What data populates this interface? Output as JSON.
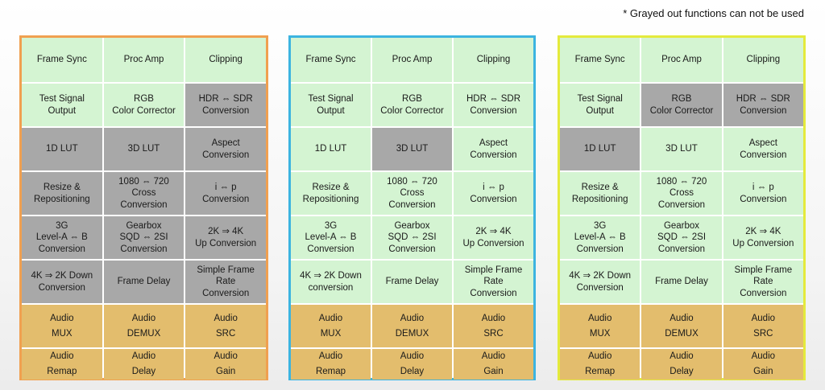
{
  "note": "* Grayed out functions can not be used",
  "colors": {
    "green": "#d4f4d2",
    "gray": "#a8a8a8",
    "audio": "#e3bd6d"
  },
  "panels": [
    {
      "border": "#f0a050",
      "cells": [
        {
          "label": "Frame Sync",
          "state": "green"
        },
        {
          "label": "Proc Amp",
          "state": "green"
        },
        {
          "label": "Clipping",
          "state": "green"
        },
        {
          "label": "Test Signal\nOutput",
          "state": "green"
        },
        {
          "label": "RGB\nColor Corrector",
          "state": "green"
        },
        {
          "label": "HDR ⇔ SDR\nConversion",
          "state": "gray"
        },
        {
          "label": "1D LUT",
          "state": "gray"
        },
        {
          "label": "3D LUT",
          "state": "gray"
        },
        {
          "label": "Aspect\nConversion",
          "state": "gray"
        },
        {
          "label": "Resize &\nRepositioning",
          "state": "gray"
        },
        {
          "label": "1080 ⇔ 720\nCross\nConversion",
          "state": "gray"
        },
        {
          "label": "i ⇔ p\nConversion",
          "state": "gray"
        },
        {
          "label": "3G\nLevel-A ⇔ B\nConversion",
          "state": "gray"
        },
        {
          "label": "Gearbox\nSQD ⇔ 2SI\nConversion",
          "state": "gray"
        },
        {
          "label": "2K ⇒ 4K\nUp Conversion",
          "state": "gray"
        },
        {
          "label": "4K ⇒ 2K Down\nConversion",
          "state": "gray"
        },
        {
          "label": "Frame Delay",
          "state": "gray"
        },
        {
          "label": "Simple Frame\nRate\nConversion",
          "state": "gray"
        },
        {
          "label": "Audio\nMUX",
          "state": "audio"
        },
        {
          "label": "Audio\nDEMUX",
          "state": "audio"
        },
        {
          "label": "Audio\nSRC",
          "state": "audio"
        },
        {
          "label": "Audio\nRemap",
          "state": "audio"
        },
        {
          "label": "Audio\nDelay",
          "state": "audio"
        },
        {
          "label": "Audio\nGain",
          "state": "audio"
        }
      ]
    },
    {
      "border": "#3cb4e0",
      "cells": [
        {
          "label": "Frame Sync",
          "state": "green"
        },
        {
          "label": "Proc Amp",
          "state": "green"
        },
        {
          "label": "Clipping",
          "state": "green"
        },
        {
          "label": "Test Signal\nOutput",
          "state": "green"
        },
        {
          "label": "RGB\nColor Corrector",
          "state": "green"
        },
        {
          "label": "HDR ⇔ SDR\nConversion",
          "state": "green"
        },
        {
          "label": "1D LUT",
          "state": "green"
        },
        {
          "label": "3D LUT",
          "state": "gray"
        },
        {
          "label": "Aspect\nConversion",
          "state": "green"
        },
        {
          "label": "Resize &\nRepositioning",
          "state": "green"
        },
        {
          "label": "1080 ⇔ 720\nCross\nConversion",
          "state": "green"
        },
        {
          "label": "i ⇔ p\nConversion",
          "state": "green"
        },
        {
          "label": "3G\nLevel-A ⇔ B\nConversion",
          "state": "green"
        },
        {
          "label": "Gearbox\nSQD ⇔ 2SI\nConversion",
          "state": "green"
        },
        {
          "label": "2K ⇒ 4K\nUp Conversion",
          "state": "green"
        },
        {
          "label": "4K ⇒ 2K Down\nconversion",
          "state": "green"
        },
        {
          "label": "Frame Delay",
          "state": "green"
        },
        {
          "label": "Simple Frame\nRate\nConversion",
          "state": "green"
        },
        {
          "label": "Audio\nMUX",
          "state": "audio"
        },
        {
          "label": "Audio\nDEMUX",
          "state": "audio"
        },
        {
          "label": "Audio\nSRC",
          "state": "audio"
        },
        {
          "label": "Audio\nRemap",
          "state": "audio"
        },
        {
          "label": "Audio\nDelay",
          "state": "audio"
        },
        {
          "label": "Audio\nGain",
          "state": "audio"
        }
      ]
    },
    {
      "border": "#e4ea3c",
      "cells": [
        {
          "label": "Frame Sync",
          "state": "green"
        },
        {
          "label": "Proc Amp",
          "state": "green"
        },
        {
          "label": "Clipping",
          "state": "green"
        },
        {
          "label": "Test Signal\nOutput",
          "state": "green"
        },
        {
          "label": "RGB\nColor Corrector",
          "state": "gray"
        },
        {
          "label": "HDR ⇔ SDR\nConversion",
          "state": "gray"
        },
        {
          "label": "1D LUT",
          "state": "gray"
        },
        {
          "label": "3D LUT",
          "state": "green"
        },
        {
          "label": "Aspect\nConversion",
          "state": "green"
        },
        {
          "label": "Resize &\nRepositioning",
          "state": "green"
        },
        {
          "label": "1080 ⇔ 720\nCross\nConversion",
          "state": "green"
        },
        {
          "label": "i ⇔ p\nConversion",
          "state": "green"
        },
        {
          "label": "3G\nLevel-A ⇔ B\nConversion",
          "state": "green"
        },
        {
          "label": "Gearbox\nSQD ⇔ 2SI\nConversion",
          "state": "green"
        },
        {
          "label": "2K ⇒ 4K\nUp Conversion",
          "state": "green"
        },
        {
          "label": "4K ⇒ 2K Down\nConversion",
          "state": "green"
        },
        {
          "label": "Frame Delay",
          "state": "green"
        },
        {
          "label": "Simple Frame\nRate\nConversion",
          "state": "green"
        },
        {
          "label": "Audio\nMUX",
          "state": "audio"
        },
        {
          "label": "Audio\nDEMUX",
          "state": "audio"
        },
        {
          "label": "Audio\nSRC",
          "state": "audio"
        },
        {
          "label": "Audio\nRemap",
          "state": "audio"
        },
        {
          "label": "Audio\nDelay",
          "state": "audio"
        },
        {
          "label": "Audio\nGain",
          "state": "audio"
        }
      ]
    }
  ]
}
